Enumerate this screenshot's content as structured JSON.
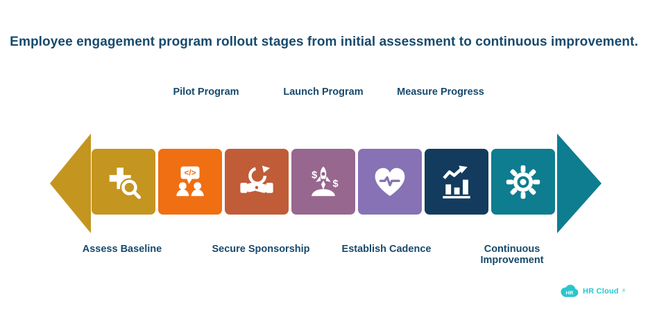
{
  "title": "Employee engagement program rollout stages from initial assessment to continuous improvement.",
  "colors": {
    "title_text": "#174A6D",
    "label_text": "#174A6D",
    "left_arrow": "#C4951F",
    "right_arrow": "#0E7D8F",
    "logo": "#2BC5CD"
  },
  "stages": [
    {
      "label": "Assess Baseline",
      "label_position": "bottom",
      "color": "#C4951F",
      "icon": "search-plus-icon"
    },
    {
      "label": "Pilot Program",
      "label_position": "top",
      "color": "#F06F12",
      "icon": "team-code-bubble-icon"
    },
    {
      "label": "Secure Sponsorship",
      "label_position": "bottom",
      "color": "#C15C38",
      "icon": "handshake-icon"
    },
    {
      "label": "Launch Program",
      "label_position": "top",
      "color": "#97678F",
      "icon": "rocket-funding-icon"
    },
    {
      "label": "Establish Cadence",
      "label_position": "bottom",
      "color": "#8672B4",
      "icon": "heart-pulse-icon"
    },
    {
      "label": "Measure Progress",
      "label_position": "top",
      "color": "#123B5D",
      "icon": "bar-chart-growth-icon"
    },
    {
      "label": "Continuous Improvement",
      "label_position": "bottom",
      "color": "#0E7D8F",
      "icon": "gear-icon"
    }
  ],
  "glyphs": {
    "code": "</>",
    "dollar": "$"
  },
  "logo": {
    "badge_text": "HR",
    "name": "HR Cloud",
    "trademark": "®"
  }
}
